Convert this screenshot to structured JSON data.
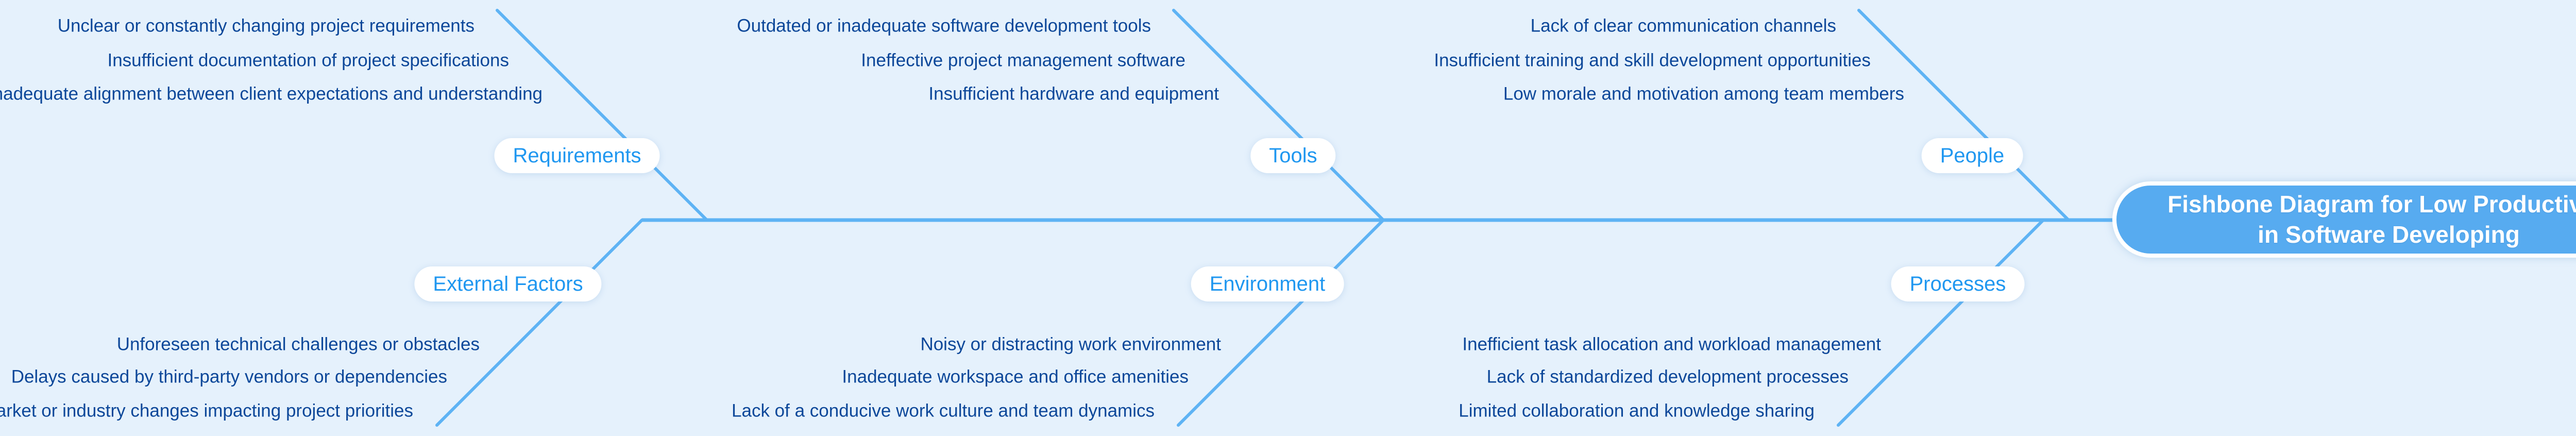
{
  "title": {
    "line1": "Fishbone Diagram for Low Productivity",
    "line2": "in Software Developing"
  },
  "branches": [
    {
      "label": "Requirements",
      "side": "top",
      "causes": [
        "Unclear or constantly changing project requirements",
        "Insufficient documentation of project specifications",
        "Inadequate alignment between client expectations and understanding"
      ]
    },
    {
      "label": "Tools",
      "side": "top",
      "causes": [
        "Outdated or inadequate software development tools",
        "Ineffective project management software",
        "Insufficient hardware and equipment"
      ]
    },
    {
      "label": "People",
      "side": "top",
      "causes": [
        "Lack of clear communication channels",
        "Insufficient training and skill development opportunities",
        "Low morale and motivation among team members"
      ]
    },
    {
      "label": "External Factors",
      "side": "bottom",
      "causes": [
        "Unforeseen technical challenges or obstacles",
        "Delays caused by third-party vendors or dependencies",
        "Market or industry changes impacting project priorities"
      ]
    },
    {
      "label": "Environment",
      "side": "bottom",
      "causes": [
        "Noisy or distracting work environment",
        "Inadequate workspace and office amenities",
        "Lack of a conducive work culture and team dynamics"
      ]
    },
    {
      "label": "Processes",
      "side": "bottom",
      "causes": [
        "Inefficient task allocation and workload management",
        "Lack of standardized development processes",
        "Limited collaboration and knowledge sharing"
      ]
    }
  ],
  "colors": {
    "background": "#e5f1fc",
    "bone_line": "#5eb3f4",
    "cause_text": "#0c4799",
    "category_text": "#1f97f0",
    "category_pill_fill": "#ffffff",
    "head_fill": "#57abf0",
    "head_text": "#ffffff"
  }
}
